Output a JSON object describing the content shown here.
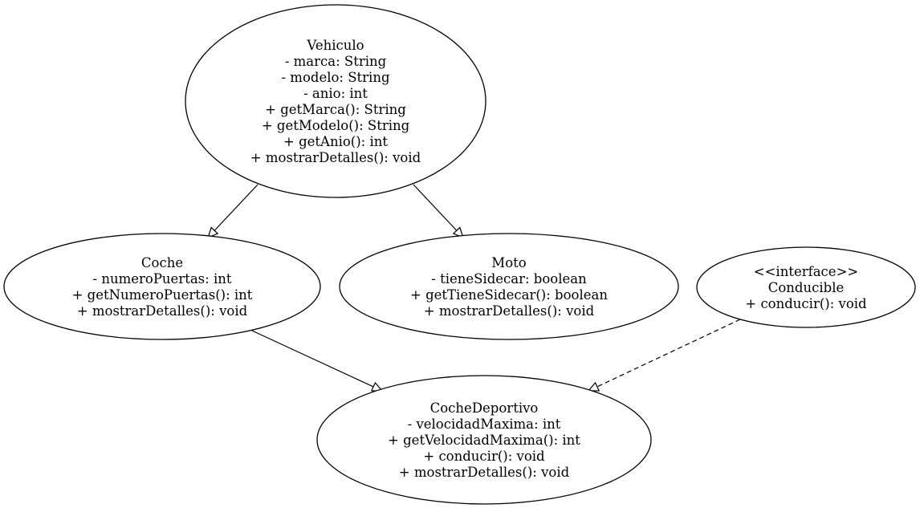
{
  "diagram": {
    "nodes": [
      {
        "id": "vehiculo",
        "lines": [
          "Vehiculo",
          "- marca: String",
          "- modelo: String",
          "- anio: int",
          "+ getMarca(): String",
          "+ getModelo(): String",
          "+ getAnio(): int",
          "+ mostrarDetalles(): void"
        ]
      },
      {
        "id": "coche",
        "lines": [
          "Coche",
          "- numeroPuertas: int",
          "+ getNumeroPuertas(): int",
          "+ mostrarDetalles(): void"
        ]
      },
      {
        "id": "moto",
        "lines": [
          "Moto",
          "- tieneSidecar: boolean",
          "+ getTieneSidecar(): boolean",
          "+ mostrarDetalles(): void"
        ]
      },
      {
        "id": "conducible",
        "lines": [
          "<<interface>>",
          "Conducible",
          "+ conducir(): void"
        ]
      },
      {
        "id": "cochedeportivo",
        "lines": [
          "CocheDeportivo",
          "- velocidadMaxima: int",
          "+ getVelocidadMaxima(): int",
          "+ conducir(): void",
          "+ mostrarDetalles(): void"
        ]
      }
    ],
    "edges": [
      {
        "from": "vehiculo",
        "to": "coche",
        "kind": "inheritance"
      },
      {
        "from": "vehiculo",
        "to": "moto",
        "kind": "inheritance"
      },
      {
        "from": "coche",
        "to": "cochedeportivo",
        "kind": "inheritance"
      },
      {
        "from": "conducible",
        "to": "cochedeportivo",
        "kind": "realization"
      }
    ]
  }
}
